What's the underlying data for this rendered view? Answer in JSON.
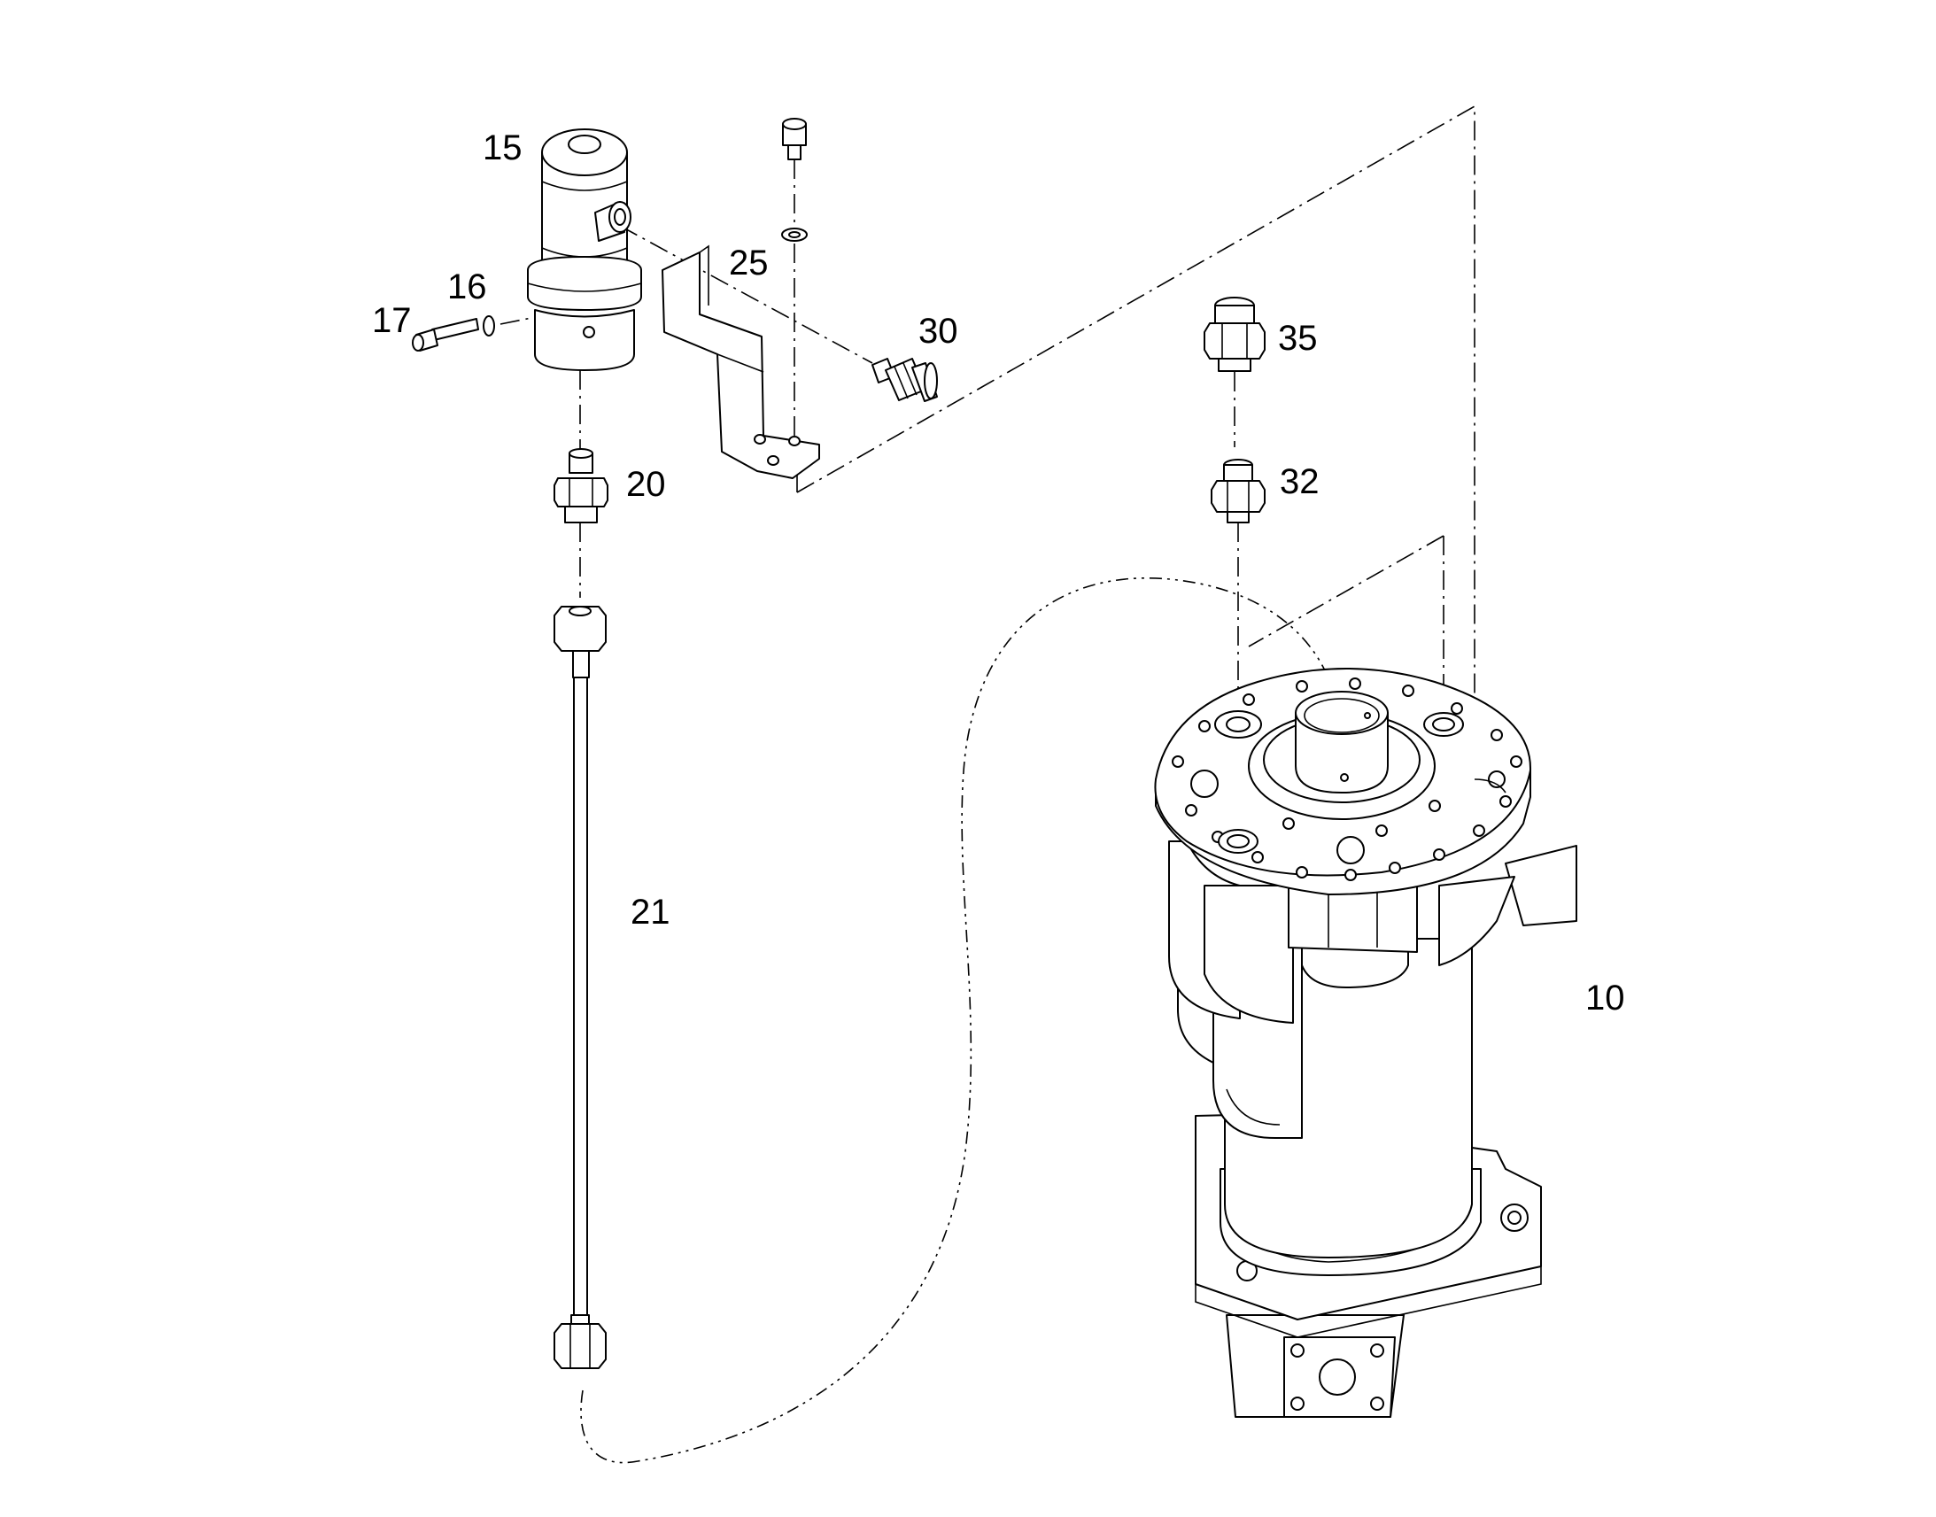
{
  "diagram": {
    "callouts": [
      {
        "id": "15",
        "label": "15"
      },
      {
        "id": "16",
        "label": "16"
      },
      {
        "id": "17",
        "label": "17"
      },
      {
        "id": "20",
        "label": "20"
      },
      {
        "id": "21",
        "label": "21"
      },
      {
        "id": "25",
        "label": "25"
      },
      {
        "id": "30",
        "label": "30"
      },
      {
        "id": "32",
        "label": "32"
      },
      {
        "id": "35",
        "label": "35"
      },
      {
        "id": "10",
        "label": "10"
      }
    ],
    "colors": {
      "line": "#000000",
      "background": "#ffffff"
    }
  }
}
